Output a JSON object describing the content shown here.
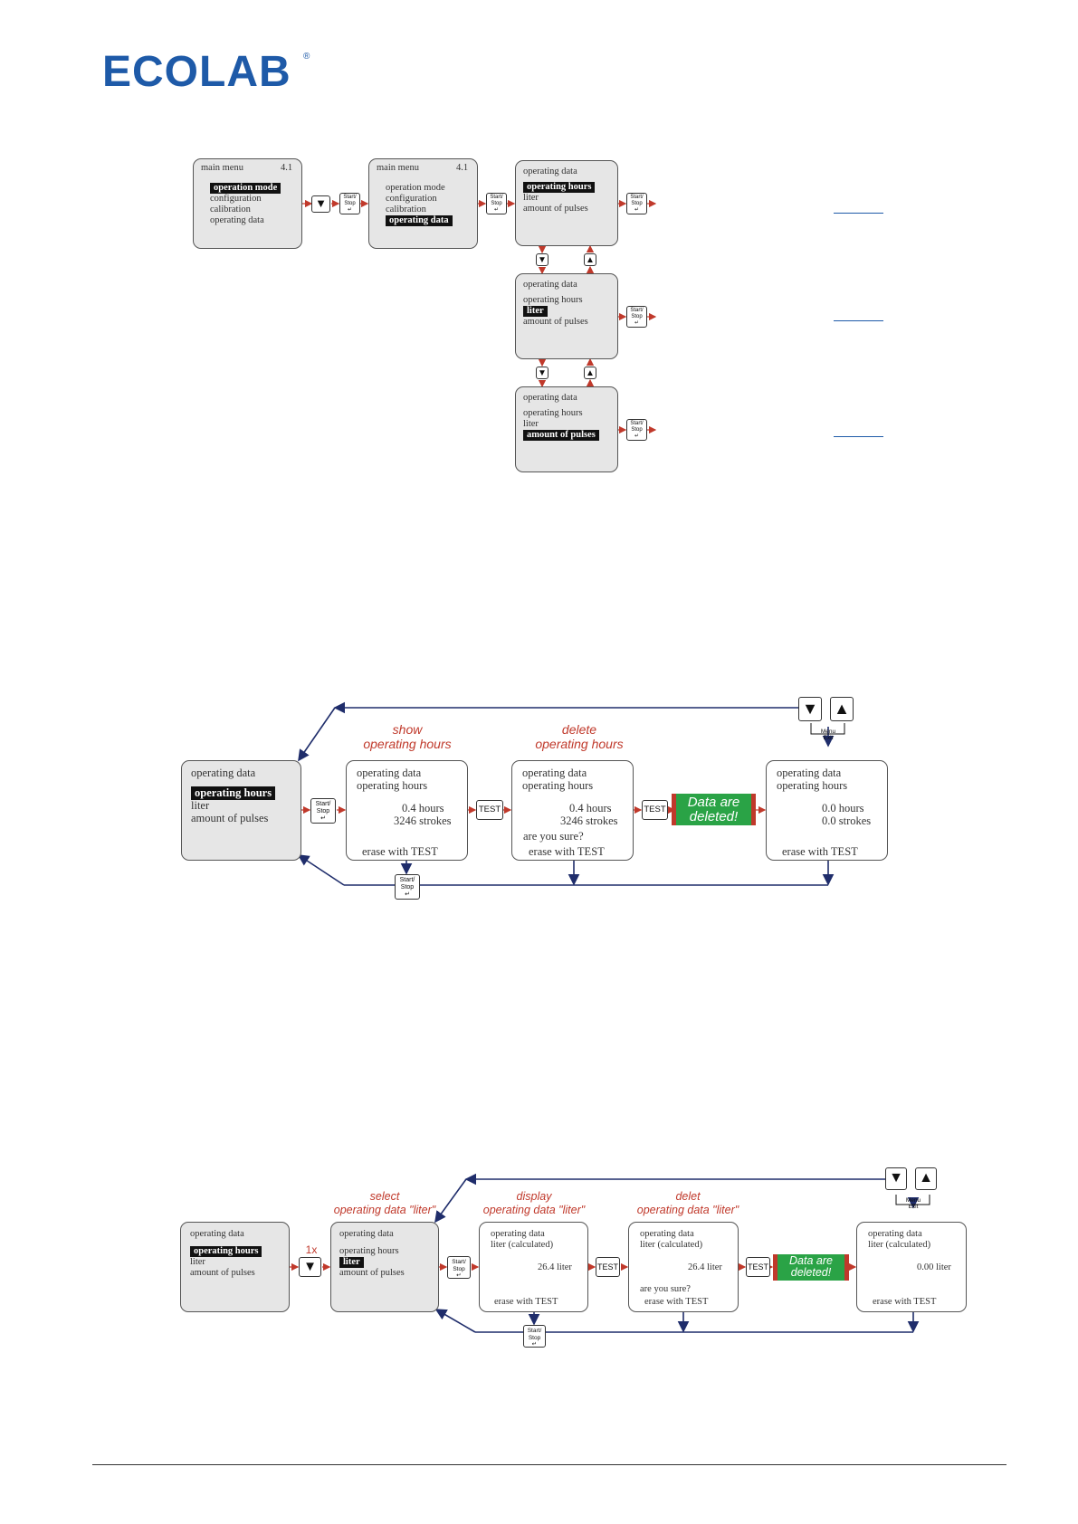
{
  "logo": {
    "text": "ECOLAB",
    "reg": "®"
  },
  "keys": {
    "start_stop": [
      "Start/",
      "Stop"
    ],
    "test": "TEST",
    "down": "▼",
    "up": "▲",
    "menu_exit": [
      "Menu",
      "Exit"
    ]
  },
  "diagram1": {
    "main_menu_title": "main menu",
    "main_menu_num": "4.1",
    "main_menu_items": [
      "operation mode",
      "configuration",
      "calibration",
      "operating data"
    ],
    "od_title": "operating data",
    "od_items": [
      "operating hours",
      "liter",
      "amount of pulses"
    ]
  },
  "diagram2": {
    "caption_show": [
      "show",
      "operating hours"
    ],
    "caption_delete": [
      "delete",
      "operating hours"
    ],
    "screen_title": "operating data",
    "screen_sub": "operating hours",
    "hours": "0.4 hours",
    "strokes": "3246 strokes",
    "confirm": "are you sure?",
    "erase": "erase with TEST",
    "deleted": [
      "Data are",
      "deleted!"
    ],
    "zero_hours": "0.0 hours",
    "zero_strokes": "0.0 strokes"
  },
  "diagram3": {
    "count": "1x",
    "caption_select": [
      "select",
      "operating data \"liter\""
    ],
    "caption_display": [
      "display",
      "operating data \"liter\""
    ],
    "caption_delete": [
      "delet",
      "operating data \"liter\""
    ],
    "screen_title": "operating data",
    "liter_calc": "liter (calculated)",
    "liter_value": "26.4 liter",
    "zero_liter": "0.00 liter",
    "confirm": "are you sure?",
    "erase": "erase with TEST",
    "deleted": [
      "Data are",
      "deleted!"
    ]
  }
}
